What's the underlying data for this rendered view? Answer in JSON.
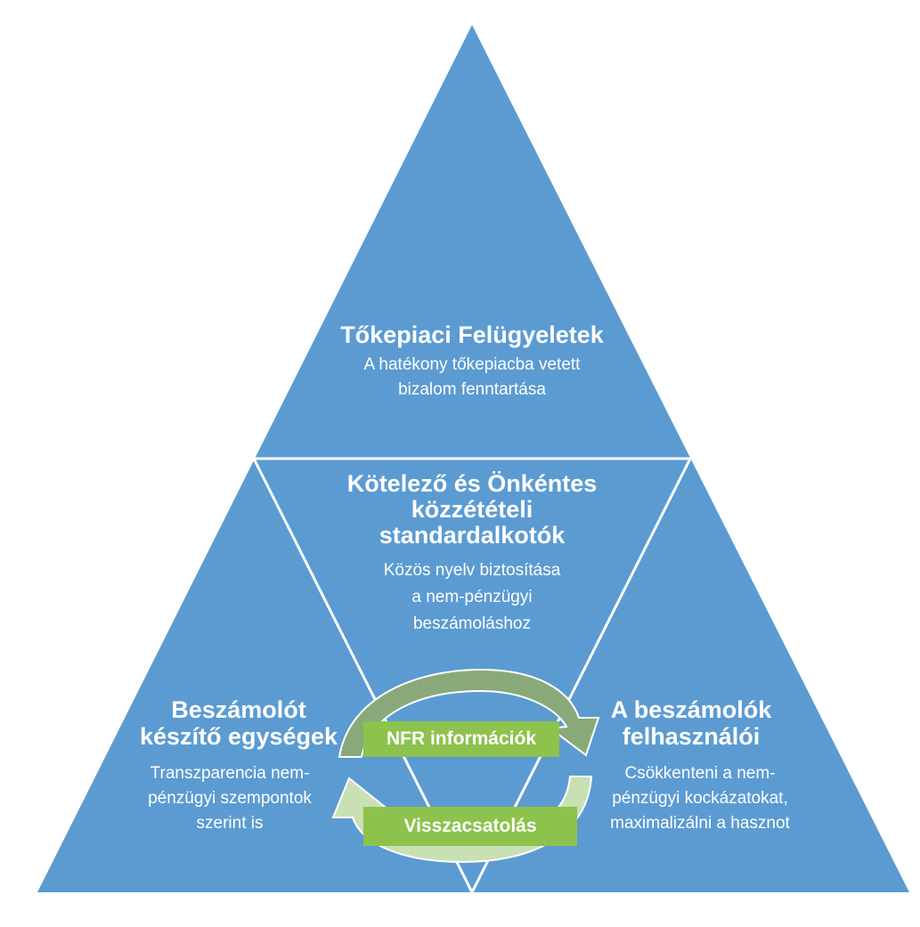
{
  "colors": {
    "triangle": "#5b9bd2",
    "divider": "#ffffff",
    "band_green": "#8dc24d",
    "arrow_dark": "#8aa97a",
    "arrow_light": "#c9e0b4"
  },
  "top": {
    "title": "Tőkepiaci Felügyeletek",
    "line1": "A hatékony tőkepiacba vetett",
    "line2": "bizalom fenntartása"
  },
  "center": {
    "title1": "Kötelező és Önkéntes",
    "title2": "közzétételi",
    "title3": "standardalkotók",
    "line1": "Közös nyelv biztosítása",
    "line2": "a nem-pénzügyi",
    "line3": "beszámoláshoz"
  },
  "left": {
    "title1": "Beszámolót",
    "title2": "készítő egységek",
    "line1": "Transzparencia nem-",
    "line2": "pénzügyi szempontok",
    "line3": "szerint is"
  },
  "right": {
    "title1": "A beszámolók",
    "title2": "felhasználói",
    "line1": "Csökkenteni a nem-",
    "line2": "pénzügyi kockázatokat,",
    "line3": "maximalizálni a hasznot"
  },
  "cycle": {
    "upper_label": "NFR információk",
    "lower_label": "Visszacsatolás"
  }
}
